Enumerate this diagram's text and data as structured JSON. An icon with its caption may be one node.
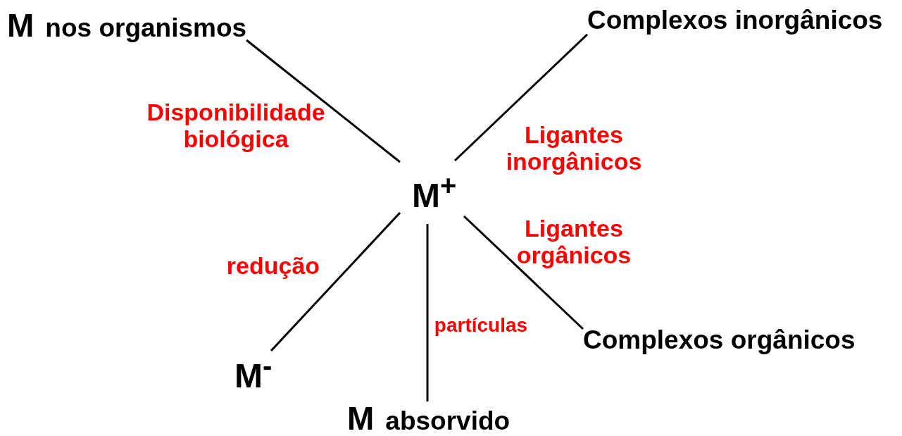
{
  "diagram": {
    "nodes": [
      {
        "text": [
          "M",
          "nos organismos"
        ]
      },
      {
        "text": [
          "Complexos inorgânicos"
        ]
      },
      {
        "text": [
          "M$^{+}$"
        ]
      },
      {
        "text": [
          "Complexos orgânicos"
        ]
      },
      {
        "text": [
          "M$^{-}$"
        ]
      },
      {
        "text": [
          "M",
          "absorvido"
        ]
      }
    ],
    "edges": [
      {
        "from": 2,
        "to": 0,
        "arrow": "none",
        "label": "Disponibilidade biológica"
      },
      {
        "from": 2,
        "to": 1,
        "arrow": "none",
        "label": "Ligantes inorgânicos"
      },
      {
        "from": 2,
        "to": 3,
        "arrow": "none",
        "label": "Ligantes orgânicos"
      },
      {
        "from": 2,
        "to": 4,
        "arrow": "none",
        "label": "redução"
      },
      {
        "from": 2,
        "to": 5,
        "arrow": "none",
        "label": "partículas"
      }
    ]
  }
}
